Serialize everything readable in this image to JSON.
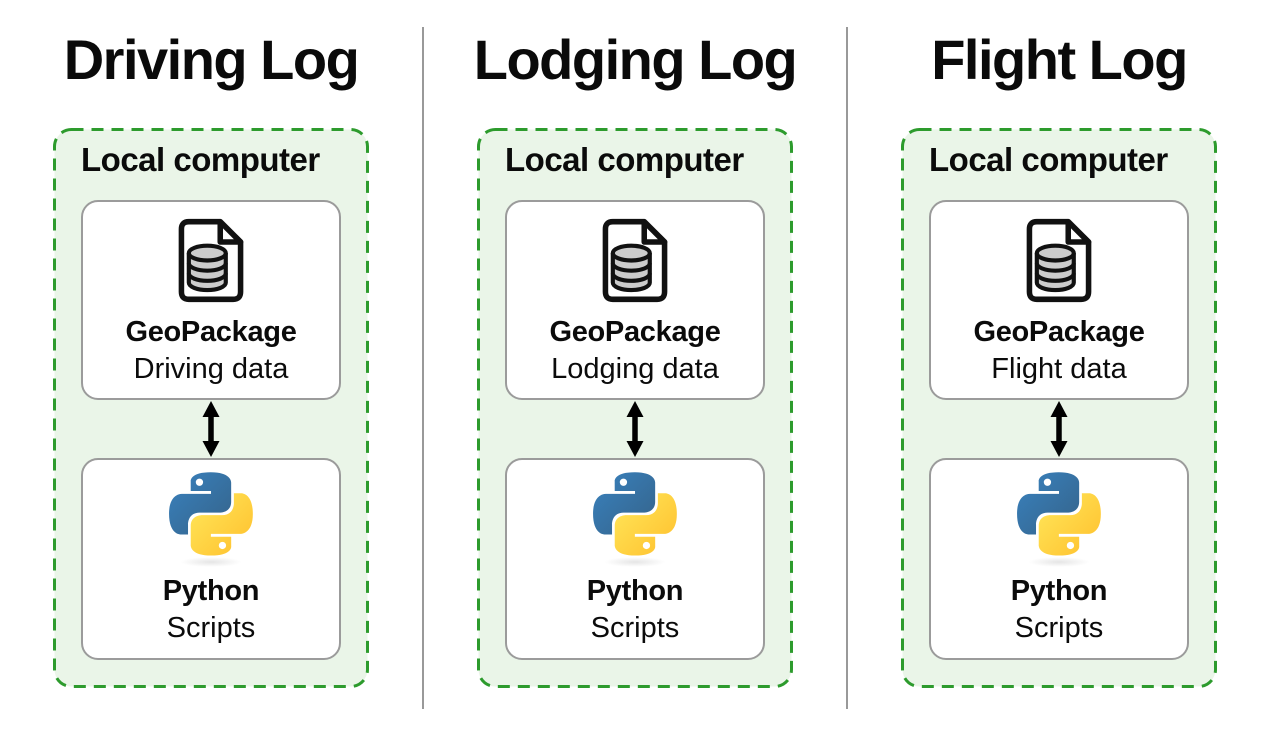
{
  "columns": [
    {
      "title": "Driving Log",
      "container_label": "Local computer",
      "storage": {
        "title": "GeoPackage",
        "subtitle": "Driving data"
      },
      "runtime": {
        "title": "Python",
        "subtitle": "Scripts"
      }
    },
    {
      "title": "Lodging Log",
      "container_label": "Local computer",
      "storage": {
        "title": "GeoPackage",
        "subtitle": "Lodging data"
      },
      "runtime": {
        "title": "Python",
        "subtitle": "Scripts"
      }
    },
    {
      "title": "Flight Log",
      "container_label": "Local computer",
      "storage": {
        "title": "GeoPackage",
        "subtitle": "Flight data"
      },
      "runtime": {
        "title": "Python",
        "subtitle": "Scripts"
      }
    }
  ],
  "icons": {
    "storage": "database-file-icon",
    "runtime": "python-logo-icon",
    "link": "double-headed-vertical-arrow-icon"
  },
  "colors": {
    "container-border": "#2d9b2d",
    "container-fill": "#eaf5e8",
    "node-border": "#9b9b9b",
    "divider": "#999999",
    "title-text": "#0a0a0a",
    "icon-stroke": "#111111",
    "cylinder-fill": "#cccccc",
    "python-blue-start": "#387EB8",
    "python-blue-end": "#366994",
    "python-yellow-start": "#FFE052",
    "python-yellow-end": "#FFC331"
  }
}
